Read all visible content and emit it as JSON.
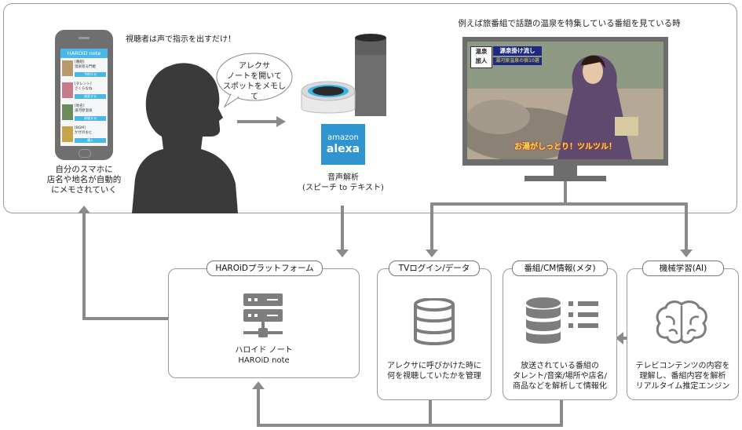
{
  "top": {
    "viewer_caption": "視聴者は声で指示を出すだけ！",
    "speech_bubble": [
      "アレクサ",
      "ノートを開いて",
      "スポットをメモして"
    ],
    "phone_caption": [
      "自分のスマホに",
      "店名や地名が自動的",
      "にメモされていく"
    ],
    "alexa_caption": [
      "音声解析",
      "(スピーチ to テキスト)"
    ],
    "tv_caption": "例えば旅番組で話題の温泉を特集している番組を見ている時"
  },
  "phone": {
    "app_title": "HAROiD note",
    "rows": [
      {
        "line1": "[番組]",
        "line2": "温泉巡る門姫",
        "button": "予約する"
      },
      {
        "line1": "[タレント]",
        "line2": "さくらなね",
        "button": "検索する"
      },
      {
        "line1": "[地名]",
        "line2": "湯河原温泉",
        "button": "詳細する"
      },
      {
        "line1": "[BGM]",
        "line2": "かぜのおと",
        "button": "購入"
      }
    ]
  },
  "alexa": {
    "logo_top": "amazon",
    "logo_bottom": "alexa"
  },
  "tv": {
    "badge": [
      "温泉",
      "旅人"
    ],
    "headline": "源泉掛け流し",
    "subhead": "湯河原温泉の宿10選",
    "bottom_caption": "お湯がしっとり！ツルツル！"
  },
  "boxes": {
    "haroid": {
      "title": "HAROiDプラットフォーム",
      "desc": [
        "ハロイド ノート",
        "HAROiD note"
      ]
    },
    "tvlog": {
      "title": "TVログイン/データ",
      "desc": [
        "アレクサに呼びかけた時に",
        "何を視聴していたかを管理"
      ]
    },
    "meta": {
      "title": "番組/CM情報(メタ)",
      "desc": [
        "放送されている番組の",
        "タレント/音楽/場所や店名/",
        "商品などを解析して情報化"
      ]
    },
    "ai": {
      "title": "機械学習(AI)",
      "desc": [
        "テレビコンテンツの内容を",
        "理解し、番組内容を解析",
        "リアルタイム推定エンジン"
      ]
    }
  },
  "colors": {
    "arrow": "#8a8a8a",
    "icon": "#7d7d7d",
    "accent_blue": "#4bb7e8",
    "alexa_blue": "#2f94cf",
    "silhouette": "#3a3a3a"
  }
}
